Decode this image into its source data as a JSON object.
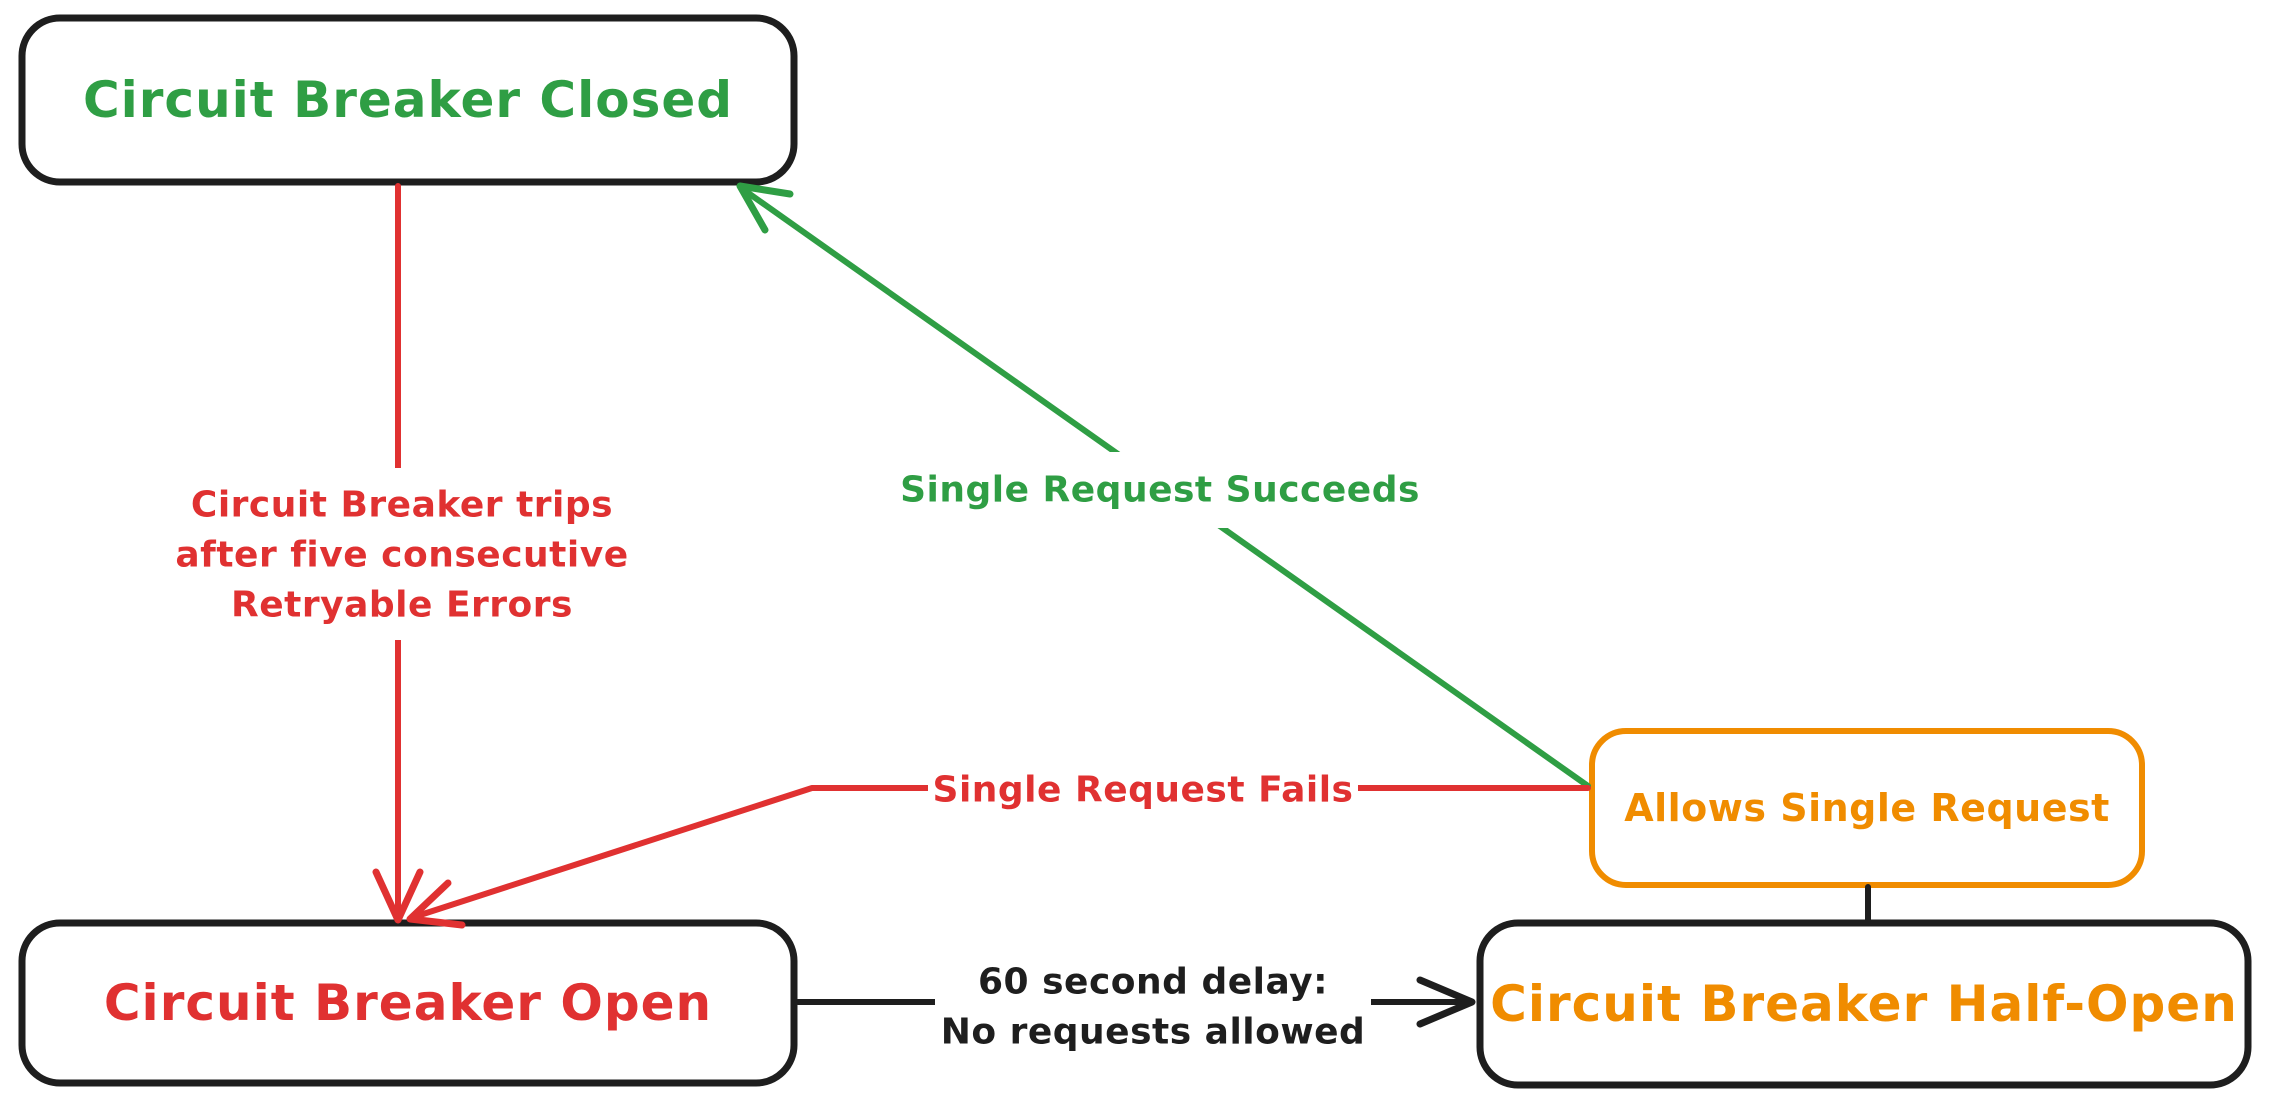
{
  "colors": {
    "green": "#2f9e44",
    "red": "#e03131",
    "orange": "#f08c00",
    "black": "#1e1e1e",
    "background": "#ffffff"
  },
  "nodes": {
    "closed": {
      "label": "Circuit Breaker Closed",
      "color": "#2f9e44"
    },
    "open": {
      "label": "Circuit Breaker Open",
      "color": "#e03131"
    },
    "half_open": {
      "label": "Circuit Breaker Half-Open",
      "color": "#f08c00"
    },
    "allows_single_request": {
      "label": "Allows Single Request",
      "color": "#f08c00"
    }
  },
  "edges": {
    "trip": {
      "from": "closed",
      "to": "open",
      "color": "#e03131",
      "label_lines": {
        "0": "Circuit Breaker trips",
        "1": "after five consecutive",
        "2": "Retryable Errors"
      }
    },
    "succeeds": {
      "from": "allows_single_request",
      "to": "closed",
      "color": "#2f9e44",
      "label": "Single Request Succeeds"
    },
    "fails": {
      "from": "allows_single_request",
      "to": "open",
      "color": "#e03131",
      "label": "Single Request Fails"
    },
    "delay": {
      "from": "open",
      "to": "half_open",
      "color": "#1e1e1e",
      "label_lines": {
        "0": "60 second delay:",
        "1": "No requests allowed"
      }
    }
  }
}
